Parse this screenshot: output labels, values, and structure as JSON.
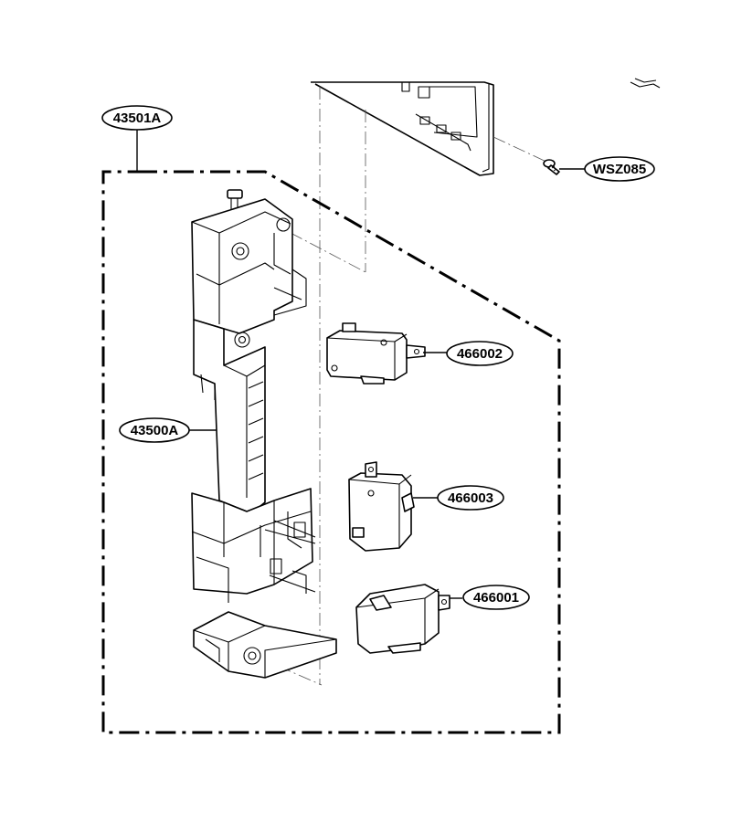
{
  "callouts": {
    "assembly": "43501A",
    "screw": "WSZ085",
    "frame": "43500A",
    "switch_top": "466002",
    "switch_mid": "466003",
    "switch_bottom": "466001"
  }
}
